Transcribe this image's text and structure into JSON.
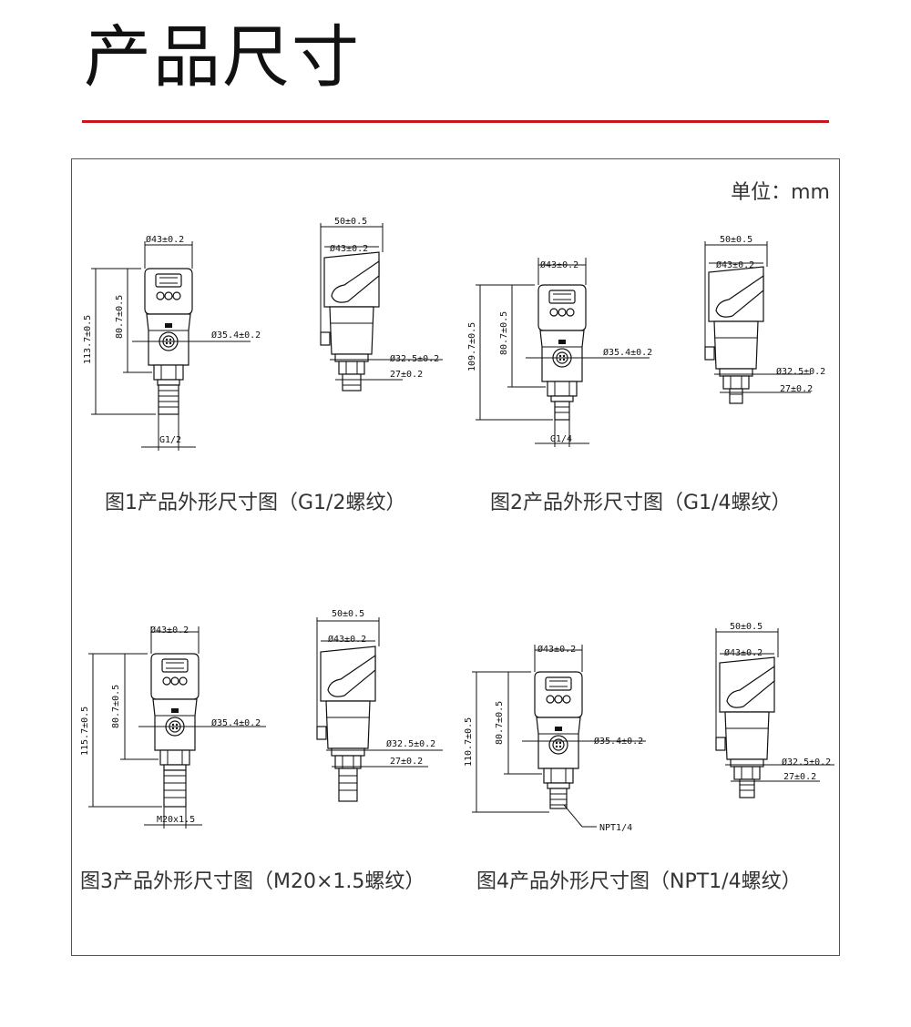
{
  "header": {
    "title": "产品尺寸"
  },
  "unit_label": "单位：mm",
  "figures": [
    {
      "caption": "图1产品外形尺寸图（G1/2螺纹）",
      "front": {
        "dia_top": "Ø43±0.2",
        "dia_side": "Ø35.4±0.2",
        "height_total": "113.7±0.5",
        "height_body": "80.7±0.5",
        "thread": "G1/2"
      },
      "side": {
        "width": "50±0.5",
        "dia_top": "Ø43±0.2",
        "dia_lower": "Ø32.5±0.2",
        "hex": "27±0.2"
      }
    },
    {
      "caption": "图2产品外形尺寸图（G1/4螺纹）",
      "front": {
        "dia_top": "Ø43±0.2",
        "dia_side": "Ø35.4±0.2",
        "height_total": "109.7±0.5",
        "height_body": "80.7±0.5",
        "thread": "G1/4"
      },
      "side": {
        "width": "50±0.5",
        "dia_top": "Ø43±0.2",
        "dia_lower": "Ø32.5±0.2",
        "hex": "27±0.2"
      }
    },
    {
      "caption": "图3产品外形尺寸图（M20×1.5螺纹）",
      "front": {
        "dia_top": "Ø43±0.2",
        "dia_side": "Ø35.4±0.2",
        "height_total": "115.7±0.5",
        "height_body": "80.7±0.5",
        "thread": "M20x1.5"
      },
      "side": {
        "width": "50±0.5",
        "dia_top": "Ø43±0.2",
        "dia_lower": "Ø32.5±0.2",
        "hex": "27±0.2"
      }
    },
    {
      "caption": "图4产品外形尺寸图（NPT1/4螺纹）",
      "front": {
        "dia_top": "Ø43±0.2",
        "dia_side": "Ø35.4±0.2",
        "height_total": "110.7±0.5",
        "height_body": "80.7±0.5",
        "thread": "NPT1/4"
      },
      "side": {
        "width": "50±0.5",
        "dia_top": "Ø43±0.2",
        "dia_lower": "Ø32.5±0.2",
        "hex": "27±0.2"
      }
    }
  ],
  "colors": {
    "accent_rule": "#c8161e",
    "frame": "#555555",
    "line": "#111111"
  }
}
